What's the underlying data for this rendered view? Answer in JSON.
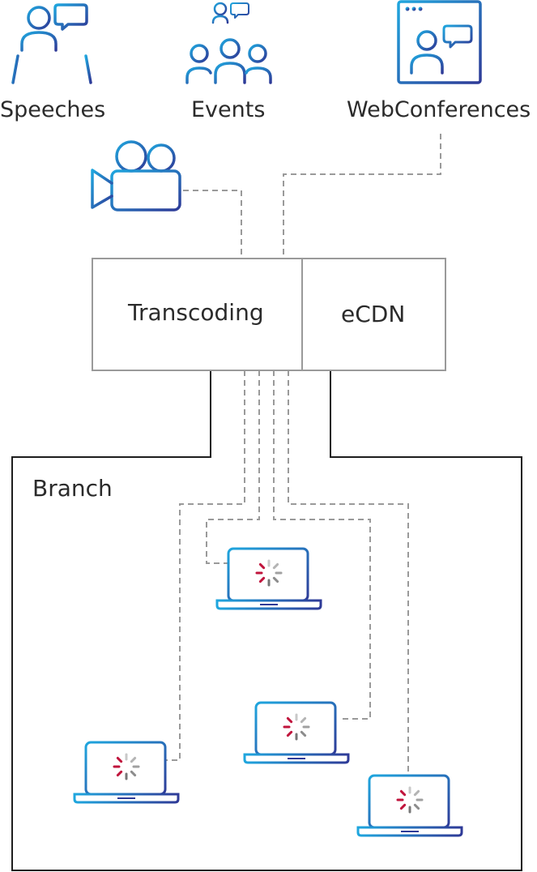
{
  "sources": {
    "speeches": "Speeches",
    "events": "Events",
    "webconferences": "WebConferences"
  },
  "server": {
    "transcoding": "Transcoding",
    "ecdn": "eCDN"
  },
  "branch": {
    "label": "Branch"
  },
  "colors": {
    "icon_gradient_start": "#1fa6de",
    "icon_gradient_end": "#2e3a97",
    "spinner_red": "#c0143c",
    "box_border": "#9a9a9a",
    "solid_line": "#1e1e1e",
    "dashed_line": "#9a9a9a",
    "text": "#2b2b2b"
  },
  "icons": {
    "speaker": "speaker-at-podium-icon",
    "audience": "audience-icon",
    "webconference": "browser-window-user-icon",
    "camera": "video-camera-icon",
    "laptop": "laptop-icon",
    "spinner": "loading-spinner-icon"
  }
}
